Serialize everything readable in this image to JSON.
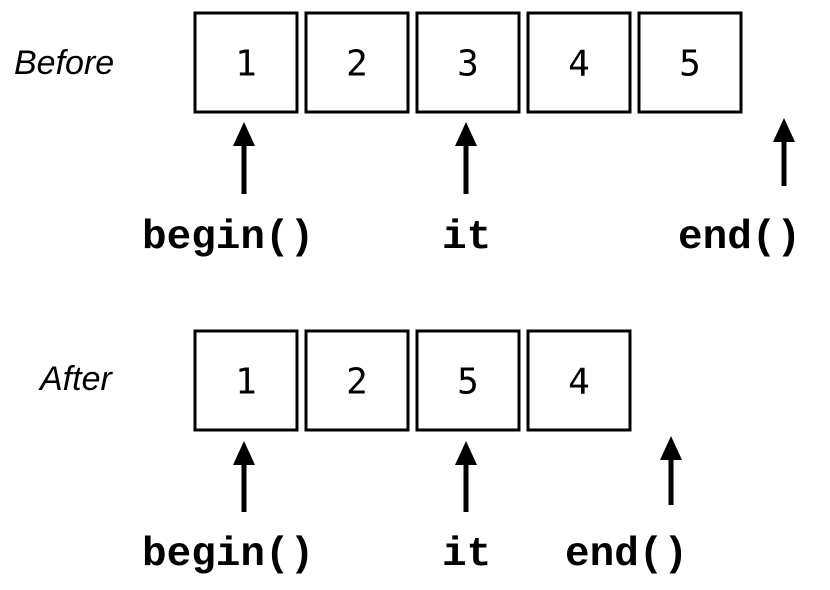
{
  "rows": [
    {
      "label": "Before",
      "cells": [
        "1",
        "2",
        "3",
        "4",
        "5"
      ],
      "pointers": [
        {
          "label": "begin()",
          "points_to": 0
        },
        {
          "label": "it",
          "points_to": 2
        },
        {
          "label": "end()",
          "points_to": 5
        }
      ]
    },
    {
      "label": "After",
      "cells": [
        "1",
        "2",
        "5",
        "4"
      ],
      "pointers": [
        {
          "label": "begin()",
          "points_to": 0
        },
        {
          "label": "it",
          "points_to": 2
        },
        {
          "label": "end()",
          "points_to": 4
        }
      ]
    }
  ]
}
